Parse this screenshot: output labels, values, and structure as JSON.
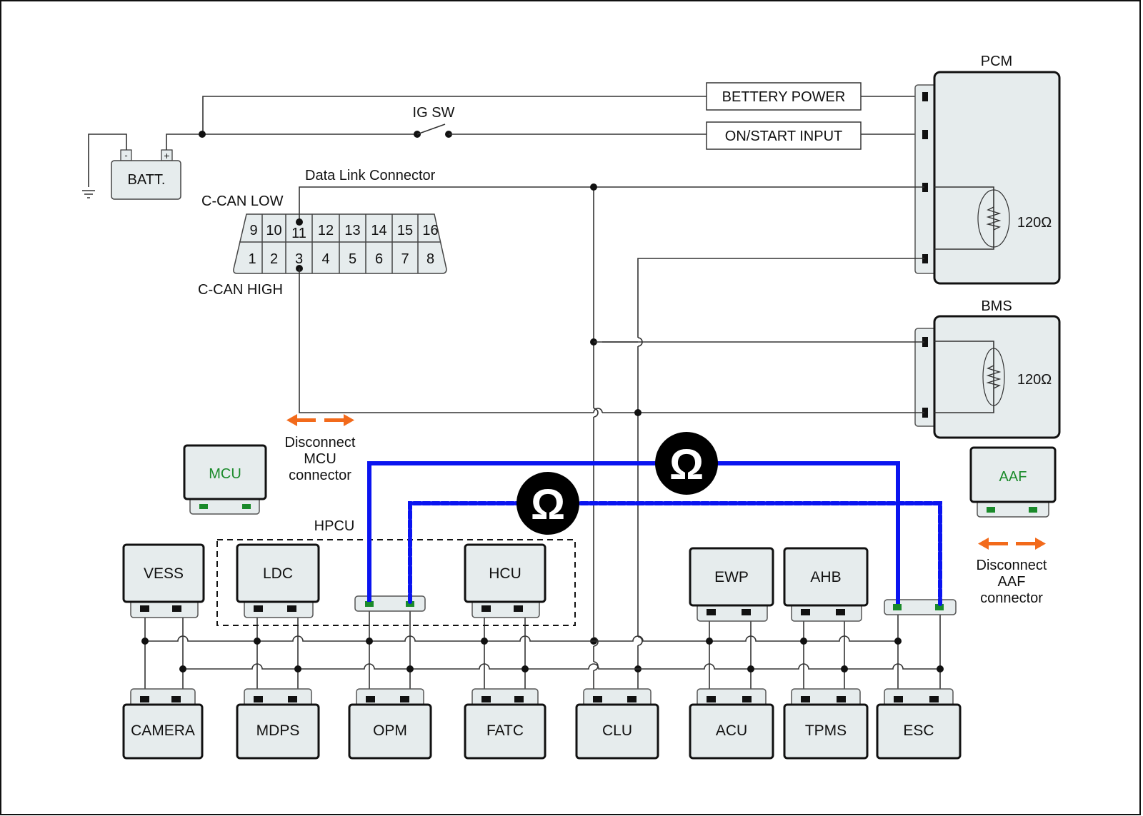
{
  "diagram": {
    "title": "C-CAN network resistance check",
    "labels": {
      "batt": "BATT.",
      "batt_neg": "-",
      "batt_pos": "+",
      "ig_sw": "IG SW",
      "battery_power": "BETTERY POWER",
      "on_start_input": "ON/START INPUT",
      "dlc": "Data Link Connector",
      "can_low": "C-CAN LOW",
      "can_high": "C-CAN HIGH",
      "pcm": "PCM",
      "bms": "BMS",
      "pcm_resistor": "120Ω",
      "bms_resistor": "120Ω",
      "hpcu": "HPCU",
      "omega": "Ω",
      "disconnect_mcu": [
        "Disconnect",
        "MCU",
        "connector"
      ],
      "disconnect_aaf": [
        "Disconnect",
        "AAF",
        "connector"
      ]
    },
    "dlc_pins_top": [
      "9",
      "10",
      "11",
      "12",
      "13",
      "14",
      "15",
      "16"
    ],
    "dlc_pins_bottom": [
      "1",
      "2",
      "3",
      "4",
      "5",
      "6",
      "7",
      "8"
    ],
    "disconnected_modules": [
      "MCU",
      "AAF"
    ],
    "top_modules": [
      "VESS",
      "LDC",
      "HCU",
      "EWP",
      "AHB"
    ],
    "bottom_modules": [
      "CAMERA",
      "MDPS",
      "OPM",
      "FATC",
      "CLU",
      "ACU",
      "TPMS",
      "ESC"
    ],
    "colors": {
      "box_fill": "#e6eced",
      "meter_lead": "#0a14f0",
      "disconnected_text": "#1a8a2a",
      "arrow": "#f26a1b",
      "wire": "#333333"
    }
  }
}
